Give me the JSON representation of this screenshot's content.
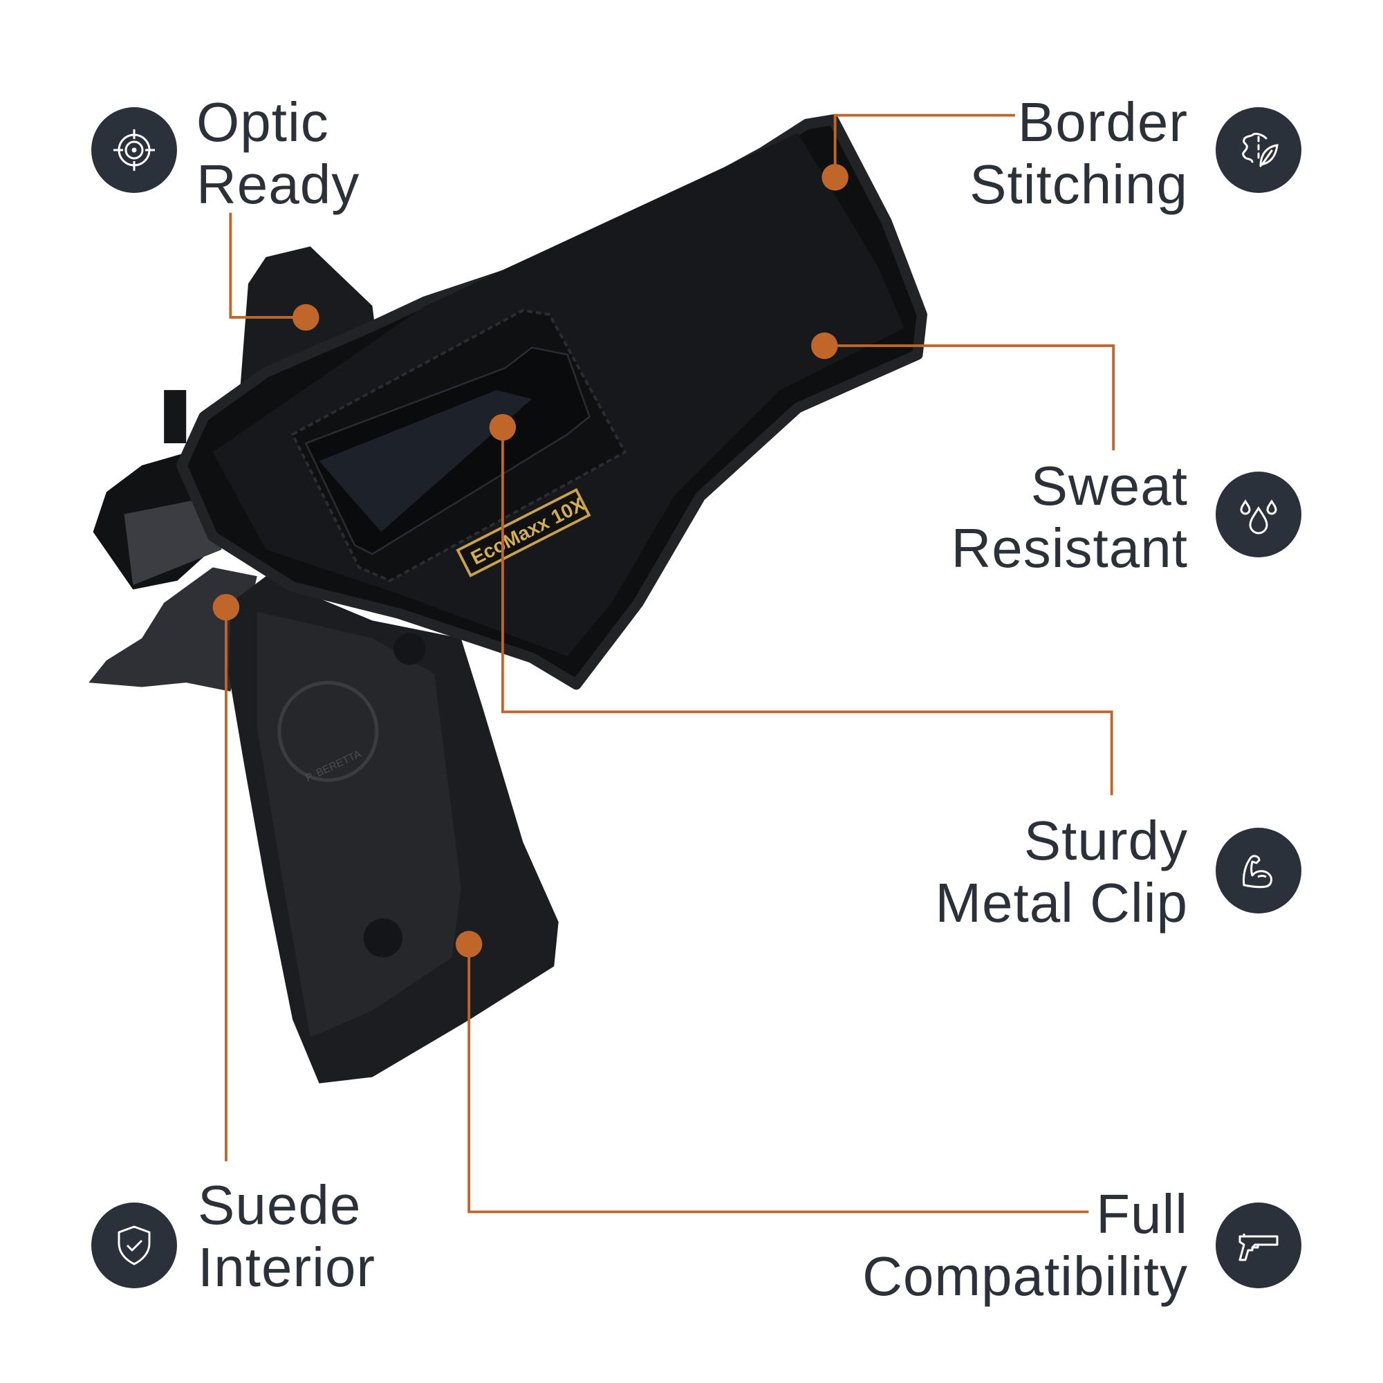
{
  "features": {
    "optic": {
      "line1": "Optic",
      "line2": "Ready",
      "icon": "crosshair-icon"
    },
    "border": {
      "line1": "Border",
      "line2": "Stitching",
      "icon": "leather-leaf-icon"
    },
    "sweat": {
      "line1": "Sweat",
      "line2": "Resistant",
      "icon": "water-drops-icon"
    },
    "sturdy": {
      "line1": "Sturdy",
      "line2": "Metal Clip",
      "icon": "flexed-arm-icon"
    },
    "suede": {
      "line1": "Suede",
      "line2": "Interior",
      "icon": "shield-check-icon"
    },
    "full": {
      "line1": "Full",
      "line2": "Compatibility",
      "icon": "pistol-icon"
    }
  },
  "product": {
    "badge": "EcoMaxx 10X",
    "grip_logo": "P. BERETTA"
  },
  "colors": {
    "accent": "#c0662a",
    "icon_bg": "#2b313a",
    "text": "#2b3039"
  }
}
